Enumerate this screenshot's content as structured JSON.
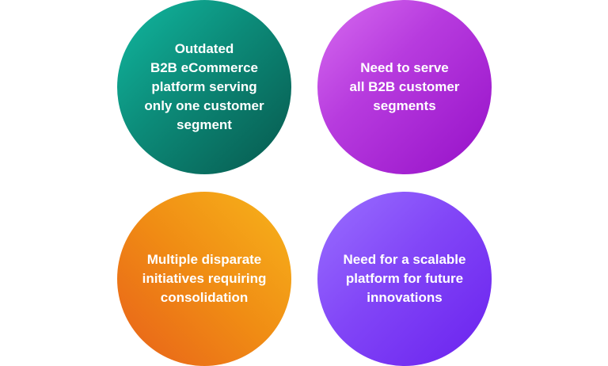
{
  "circles": [
    {
      "text": "Outdated\nB2B eCommerce\nplatform serving\nonly one customer\nsegment"
    },
    {
      "text": "Need to serve\nall B2B customer\nsegments"
    },
    {
      "text": "Multiple disparate\ninitiatives requiring\nconsolidation"
    },
    {
      "text": "Need for a scalable\nplatform for future\ninnovations"
    }
  ],
  "colors": {
    "teal": "#0c8a78",
    "magenta": "#b73bde",
    "orange": "#f08c14",
    "violet": "#8246f7",
    "text": "#ffffff"
  }
}
